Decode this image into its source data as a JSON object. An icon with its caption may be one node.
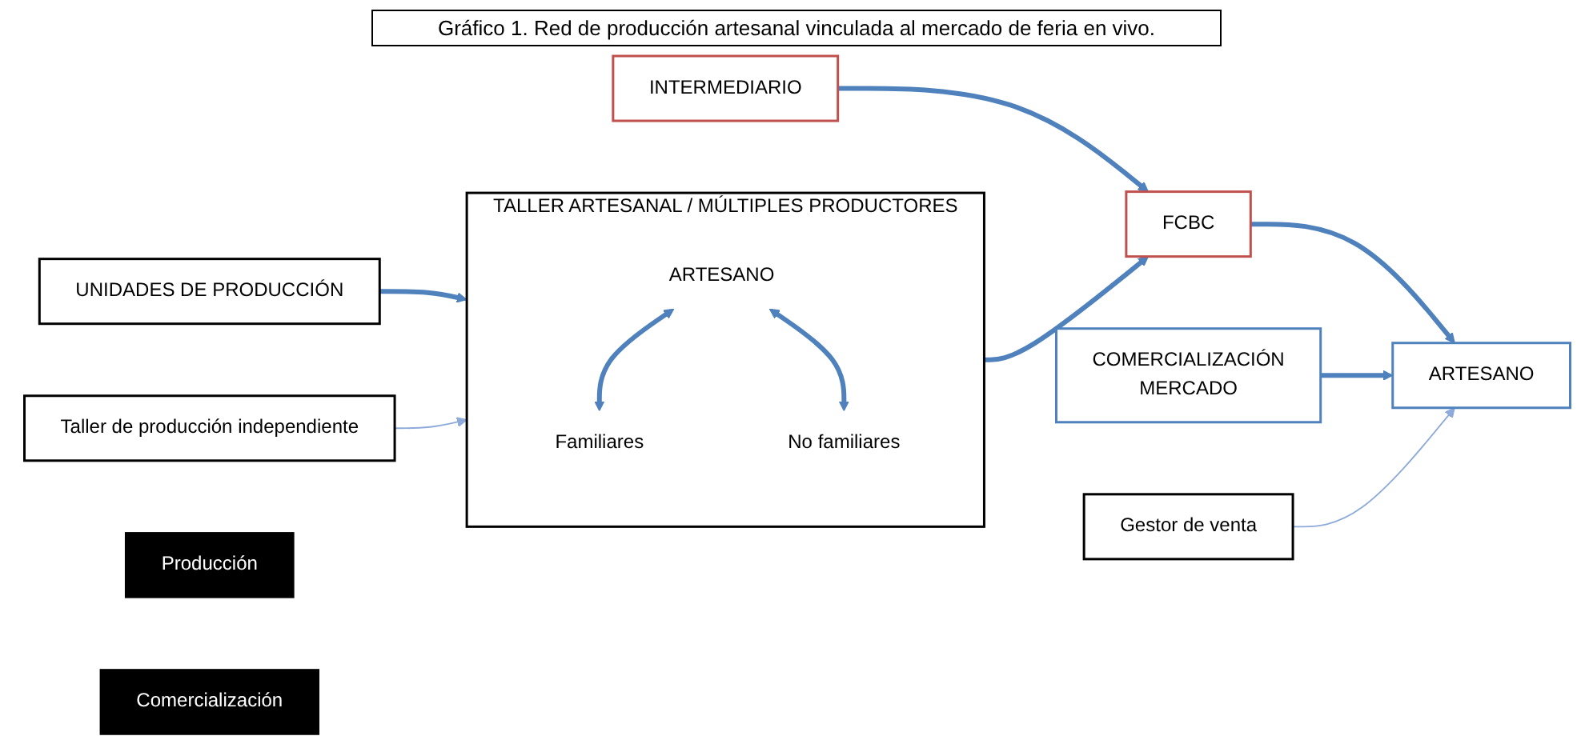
{
  "diagram": {
    "title": "Gráfico 1. Red de producción artesanal vinculada al mercado de feria en vivo.",
    "nodes": [
      {
        "text": [
          "UNIDADES DE PRODUCCIÓN"
        ]
      },
      {
        "text": [
          "TALLER ARTESANAL / MÚLTIPLES PRODUCTORES"
        ]
      },
      {
        "text": [
          "ARTESANO"
        ],
        "in": 1
      },
      {
        "text": [
          "Familiares"
        ],
        "in": 1
      },
      {
        "text": [
          "No familiares"
        ],
        "in": 1
      },
      {
        "text": [
          "Taller de producción independiente"
        ]
      },
      {
        "text": [
          "Producción"
        ]
      },
      {
        "text": [
          "INTERMEDIARIO"
        ]
      },
      {
        "text": [
          "FCBC"
        ]
      },
      {
        "text": [
          "Comercialización"
        ]
      },
      {
        "text": [
          "COMERCIALIZACIÓN",
          "MERCADO"
        ]
      },
      {
        "text": [
          "ARTESANO"
        ]
      },
      {
        "text": [
          "Gestor de venta"
        ]
      }
    ],
    "edges": [
      {
        "from": 0,
        "to": 1,
        "arrow": "to"
      },
      {
        "from": 2,
        "to": 3,
        "arrow": "both"
      },
      {
        "from": 2,
        "to": 4,
        "arrow": "both"
      },
      {
        "from": 5,
        "to": 1,
        "arrow": "to",
        "color": "#8eaadb"
      },
      {
        "from": 7,
        "to": 8,
        "arrow": "to"
      },
      {
        "from": 1,
        "to": 8,
        "arrow": "to"
      },
      {
        "from": 8,
        "to": 11,
        "arrow": "to"
      },
      {
        "from": 10,
        "to": 11,
        "arrow": "to"
      },
      {
        "from": 12,
        "to": 11,
        "arrow": "to",
        "color": "#8eaadb"
      }
    ]
  }
}
